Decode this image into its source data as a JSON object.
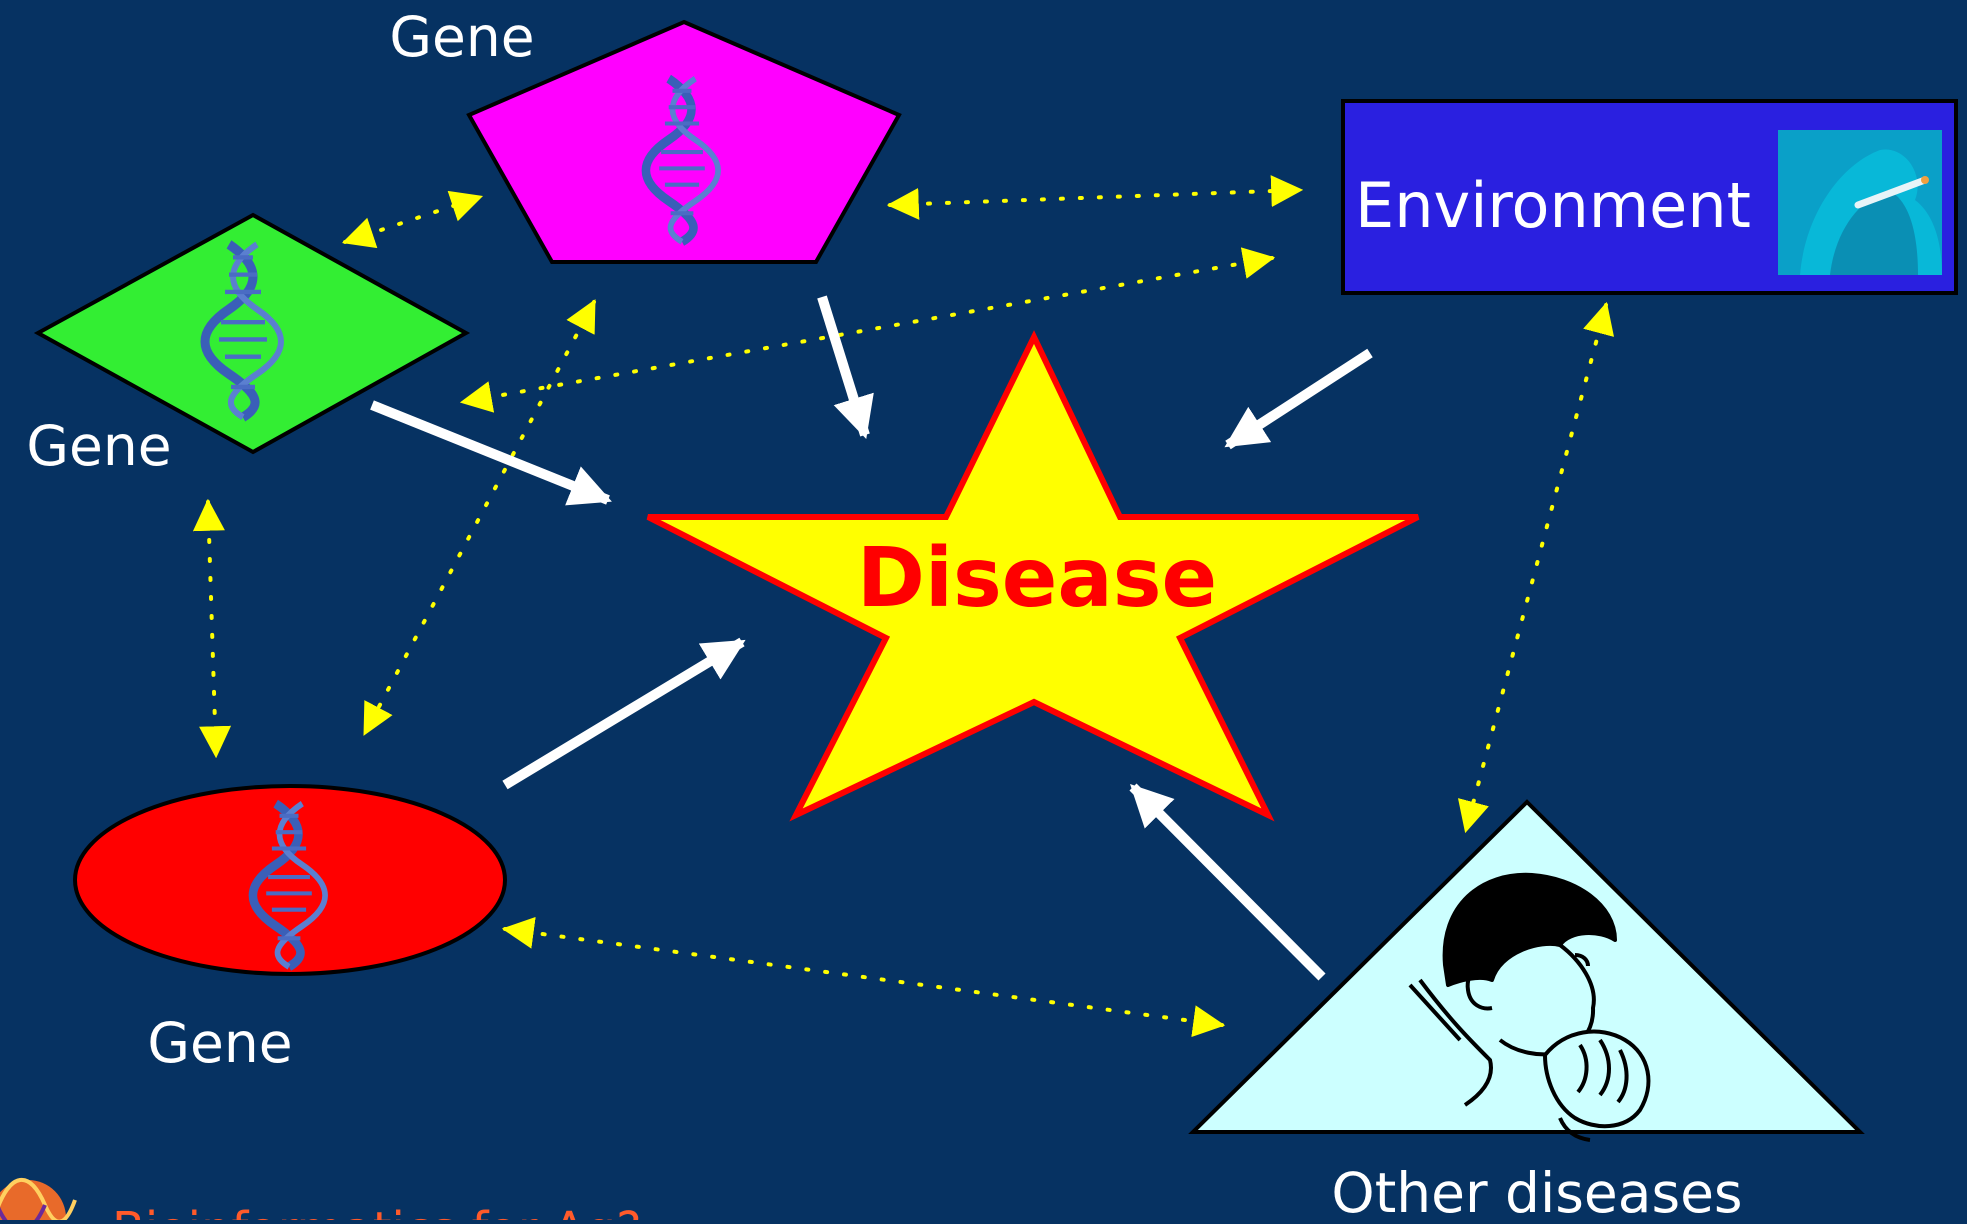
{
  "slide": {
    "background": "#063262",
    "center": {
      "label": "Disease",
      "fill": "#ffff00",
      "stroke": "#ff0000",
      "text_color": "#ff0000"
    },
    "nodes": [
      {
        "id": "gene-top",
        "label": "Gene",
        "shape": "pentagon",
        "fill": "#ff00ff",
        "icon": "dna-helix-icon"
      },
      {
        "id": "gene-left",
        "label": "Gene",
        "shape": "diamond",
        "fill": "#33ee33",
        "icon": "dna-helix-icon"
      },
      {
        "id": "gene-bottom",
        "label": "Gene",
        "shape": "ellipse",
        "fill": "#ff0000",
        "icon": "dna-helix-icon"
      },
      {
        "id": "environment",
        "label": "Environment",
        "shape": "rectangle",
        "fill": "#2a20e0",
        "icon": "smoking-hand-photo"
      },
      {
        "id": "other-diseases",
        "label": "Other diseases",
        "shape": "triangle",
        "fill": "#ccffff",
        "icon": "coughing-man-drawing"
      }
    ],
    "arrow_colors": {
      "causal": "#ffffff",
      "interaction": "#ffff00"
    },
    "footer": {
      "text": "Bioinformatics for Ag?",
      "color": "#ff5a2a",
      "logo": "bioinformatics-logo"
    }
  }
}
